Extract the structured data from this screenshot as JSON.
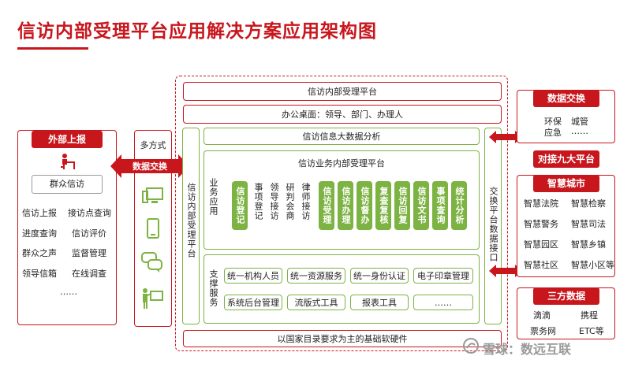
{
  "title": "信访内部受理平台应用解决方案应用架构图",
  "left": {
    "header": "外部上报",
    "person_label": "群众信访",
    "items": [
      "信访上报",
      "接访点查询",
      "进度查询",
      "信访评价",
      "群众之声",
      "监督管理",
      "领导信箱",
      "在线调查",
      "……"
    ]
  },
  "channel": {
    "top_label": "多方式",
    "arrow_label": "数据交换",
    "icons": [
      "desktop-icon",
      "mobile-icon",
      "chat-icon",
      "presenter-icon"
    ]
  },
  "center": {
    "top_bar": "信访内部受理平台",
    "desk_bar": "办公桌面：领导、部门、办理人",
    "left_vertical": "信访内部受理平台",
    "right_vertical": "交换平台数据接口",
    "bigdata_bar": "信访信息大数据分析",
    "business": {
      "title": "信访业务内部受理平台",
      "side_label": "业务应用",
      "chips": [
        {
          "text": "信访登记",
          "green": true
        },
        {
          "text": "事项登记",
          "green": false
        },
        {
          "text": "领导接访",
          "green": false
        },
        {
          "text": "研判会商",
          "green": false
        },
        {
          "text": "律师接访",
          "green": false
        },
        {
          "text": "信访受理",
          "green": true
        },
        {
          "text": "信访办理",
          "green": true
        },
        {
          "text": "信访督办",
          "green": true
        },
        {
          "text": "复查复核",
          "green": true
        },
        {
          "text": "信访回复",
          "green": true
        },
        {
          "text": "信访文书",
          "green": true
        },
        {
          "text": "事项查询",
          "green": true
        },
        {
          "text": "统计分析",
          "green": true
        }
      ]
    },
    "support": {
      "side_label": "支撑服务",
      "row1": [
        "统一机构人员",
        "统一资源服务",
        "统一身份认证",
        "电子印章管理"
      ],
      "row2": [
        "系统后台管理",
        "流版式工具",
        "报表工具",
        "……"
      ]
    },
    "bottom_bar": "以国家目录要求为主的基础软硬件"
  },
  "right": {
    "data_exchange": {
      "header": "数据交换",
      "items": [
        "环保",
        "城管",
        "应急",
        "……"
      ]
    },
    "link_label": "对接九大平台",
    "smart_city": {
      "header": "智慧城市",
      "items": [
        "智慧法院",
        "智慧检察",
        "智慧警务",
        "智慧司法",
        "智慧园区",
        "智慧乡镇",
        "智慧社区",
        "智慧小区等"
      ]
    },
    "third_party": {
      "header": "三方数据",
      "items": [
        "滴滴",
        "携程",
        "票务网",
        "ETC等"
      ]
    }
  },
  "watermark": "雪球：数远互联",
  "colors": {
    "red": "#c8161d",
    "green": "#7cb342"
  }
}
